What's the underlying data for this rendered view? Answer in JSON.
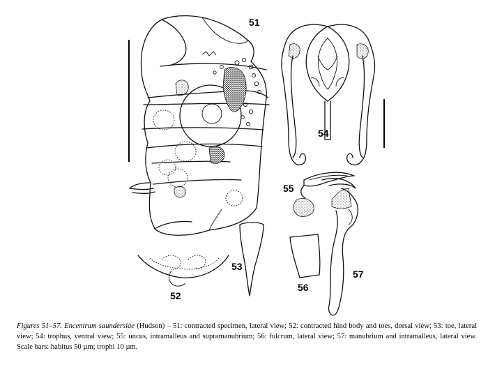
{
  "figure_numbers": {
    "f51": "51",
    "f52": "52",
    "f53": "53",
    "f54": "54",
    "f55": "55",
    "f56": "56",
    "f57": "57"
  },
  "caption": {
    "lead": "Figures 51–57.",
    "species": "Encentrum saundersiae",
    "authority": "(Hudson) – 51: contracted specimen, lateral view; 52: contracted hind body and toes, dorsal view; 53: toe, lateral view; 54: trophus, ventral view; 55: uncus, intramalleus and supramanubrium; 56: fulcrum, lateral view; 57: manubrium and intramalleus, lateral view. Scale bars: habitus 50 µm; trophi 10 µm."
  }
}
